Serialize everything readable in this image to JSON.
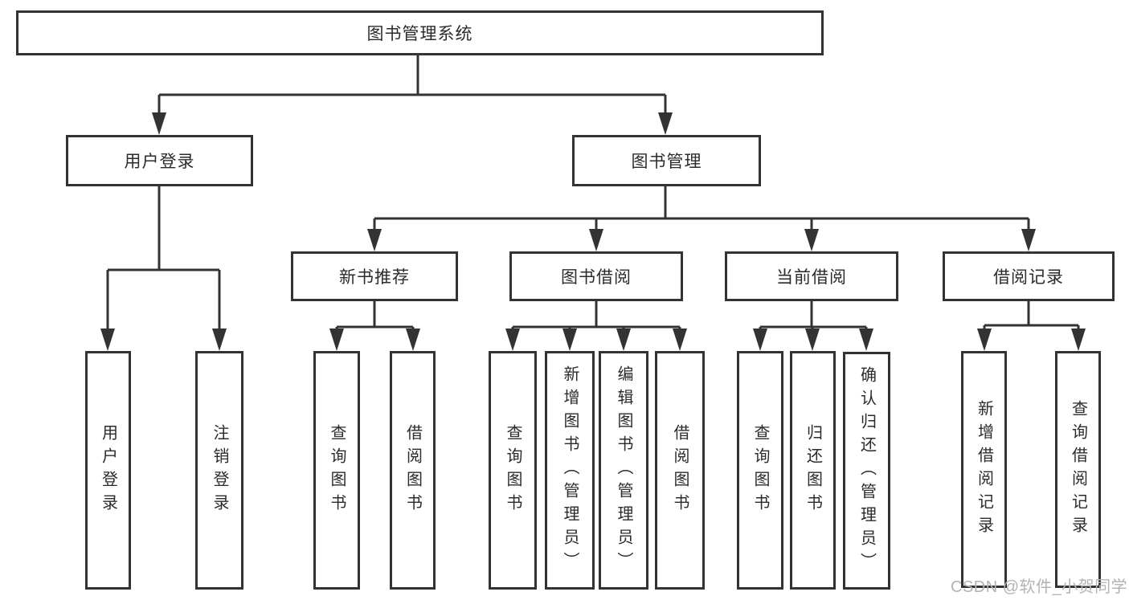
{
  "tree": {
    "root": {
      "label": "图书管理系统"
    },
    "children": [
      {
        "label": "用户登录",
        "children": [
          {
            "label": "用户登录"
          },
          {
            "label": "注销登录"
          }
        ]
      },
      {
        "label": "图书管理",
        "children": [
          {
            "label": "新书推荐",
            "children": [
              {
                "label": "查询图书"
              },
              {
                "label": "借阅图书"
              }
            ]
          },
          {
            "label": "图书借阅",
            "children": [
              {
                "label": "查询图书"
              },
              {
                "label": "新增图书（管理员）"
              },
              {
                "label": "编辑图书（管理员）"
              },
              {
                "label": "借阅图书"
              }
            ]
          },
          {
            "label": "当前借阅",
            "children": [
              {
                "label": "查询图书"
              },
              {
                "label": "归还图书"
              },
              {
                "label": "确认归还（管理员）"
              }
            ]
          },
          {
            "label": "借阅记录",
            "children": [
              {
                "label": "新增借阅记录"
              },
              {
                "label": "查询借阅记录"
              }
            ]
          }
        ]
      }
    ]
  },
  "watermark": {
    "text": "CSDN @软件_小贺同学"
  },
  "colors": {
    "line": "#333333",
    "box_border": "#333333",
    "text": "#2b2b2b",
    "watermark": "#b3b3b3",
    "background": "#ffffff"
  }
}
